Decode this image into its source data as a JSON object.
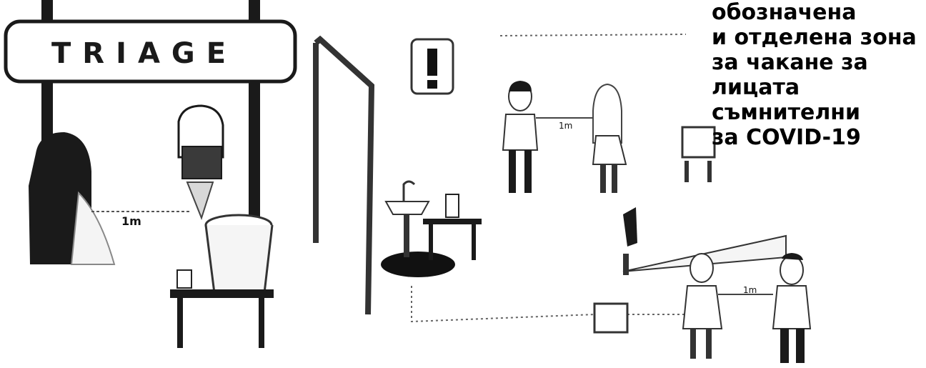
{
  "sign": {
    "text": "TRIAGE"
  },
  "distances": {
    "triage": "1m",
    "waiting_area": "1m",
    "queue": "1m"
  },
  "caption": {
    "lines": [
      "обозначена",
      "и отделена зона",
      "за чакане за",
      "лицата",
      "съмнителни",
      "за COVID-19"
    ]
  },
  "icons": {
    "warning": "exclamation-icon",
    "sink": "sink-icon",
    "bin": "waste-bin-icon",
    "sanitizer": "sanitizer-icon"
  }
}
